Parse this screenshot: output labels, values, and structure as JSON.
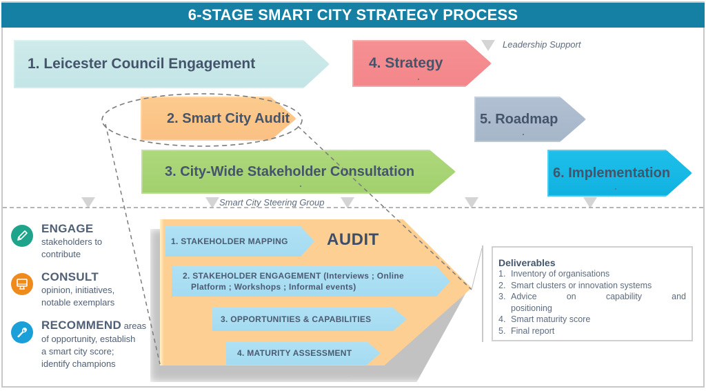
{
  "title": "6-STAGE SMART CITY STRATEGY PROCESS",
  "stages": [
    {
      "label": "1. Leicester Council Engagement",
      "color": "#c8e7e8"
    },
    {
      "label": "2. Smart City Audit",
      "color": "#fcc68a"
    },
    {
      "label": "3. City-Wide Stakeholder Consultation",
      "color": "#a8d474"
    },
    {
      "label": "4. Strategy",
      "color": "#f48b8f"
    },
    {
      "label": "5. Roadmap",
      "color": "#abbbcd"
    },
    {
      "label": "6. Implementation",
      "color": "#16b8e5"
    }
  ],
  "annotations": {
    "leadership_support": "Leadership Support",
    "steering_group": "Smart City Steering Group"
  },
  "left_column": [
    {
      "icon": "pencil-icon",
      "icon_color": "#1fa38a",
      "heading": "ENGAGE",
      "text_lines": [
        "stakeholders to",
        "contribute"
      ]
    },
    {
      "icon": "monitor-icon",
      "icon_color": "#ef8a1c",
      "heading": "CONSULT",
      "text_lines": [
        "opinion, initiatives,",
        "notable exemplars"
      ]
    },
    {
      "icon": "wrench-icon",
      "icon_color": "#1b9fd8",
      "heading": "RECOMMEND",
      "heading_suffix": " areas",
      "text_lines": [
        "of opportunity, establish",
        "a smart city score;",
        "identify champions"
      ]
    }
  ],
  "audit": {
    "title": "AUDIT",
    "steps": [
      "1. STAKEHOLDER MAPPING",
      "2. STAKEHOLDER ENGAGEMENT (Interviews ; Online",
      "Platform ; Workshops ; Informal events)",
      "3. OPPORTUNITIES & CAPABILITIES",
      "4. MATURITY ASSESSMENT"
    ]
  },
  "deliverables": {
    "title": "Deliverables",
    "items": [
      {
        "n": "1.",
        "text": "Inventory of organisations"
      },
      {
        "n": "2.",
        "text": "Smart clusters or innovation systems"
      },
      {
        "n": "3.",
        "text": "Advice on capability and"
      },
      {
        "n": "",
        "text": "positioning"
      },
      {
        "n": "4.",
        "text": "Smart maturity score"
      },
      {
        "n": "5.",
        "text": "Final report"
      }
    ]
  }
}
